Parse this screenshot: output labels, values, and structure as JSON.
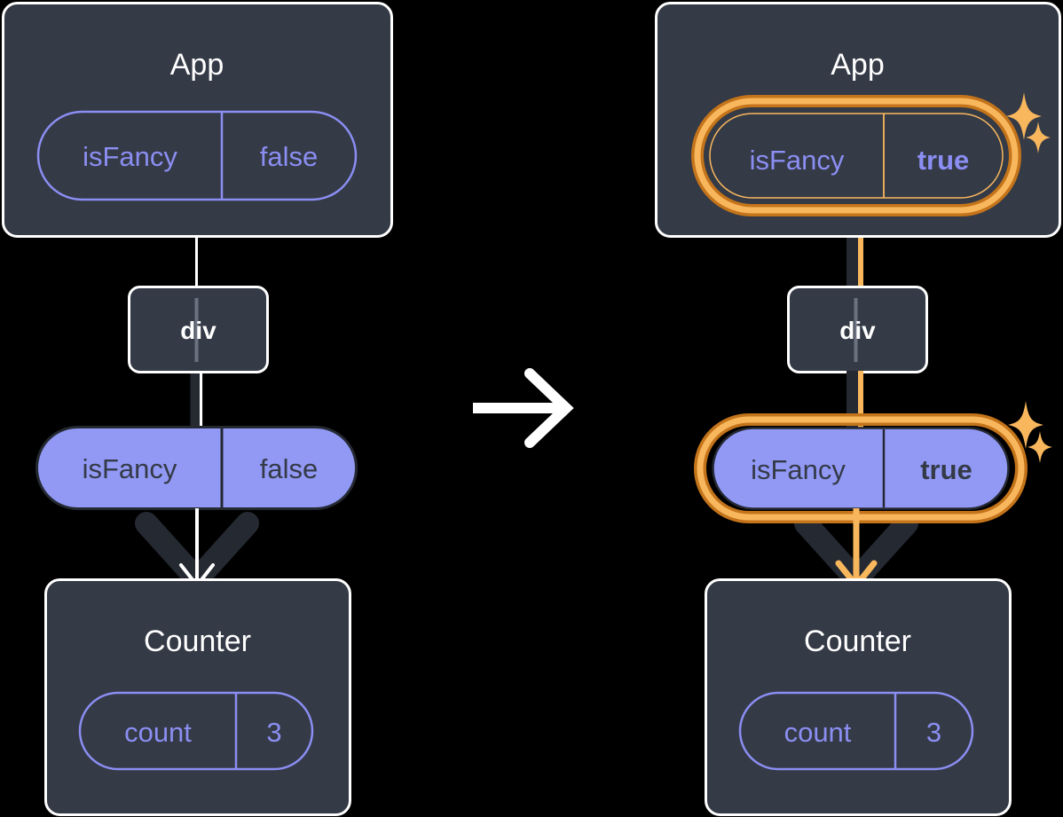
{
  "diagram": {
    "title": "React state propagation: isFancy false to true",
    "type": "component-tree-transition",
    "background_color": "#000000",
    "palette": {
      "box_fill": "#343a46",
      "box_border": "#ffffff",
      "pill_purple_fill": "#9199f5",
      "pill_purple_border": "#252932",
      "pill_outline_stroke": "#8b8ef2",
      "text_light": "#ffffff",
      "text_purple": "#8b8ef2",
      "text_dark": "#343a46",
      "highlight_outer": "#c4741a",
      "highlight_inner": "#f9b75d",
      "arrow_dark": "#252932",
      "arrow_white": "#ffffff",
      "arrow_orange": "#f9b75d",
      "sparkle_color": "#f9b75d"
    },
    "transition_arrow": {
      "icon": "arrow-right-icon",
      "direction": "right",
      "color": "#ffffff"
    },
    "panels": [
      {
        "id": "before",
        "highlighted": false,
        "app": {
          "label": "App",
          "state_pill": {
            "style": "outline",
            "key": "isFancy",
            "value": "false",
            "value_bold": false,
            "highlighted": false
          }
        },
        "div": {
          "label": "div"
        },
        "prop_pill": {
          "style": "solid",
          "key": "isFancy",
          "value": "false",
          "value_bold": false,
          "highlighted": false
        },
        "counter": {
          "label": "Counter",
          "state_pill": {
            "style": "outline",
            "key": "count",
            "value": "3",
            "value_bold": false,
            "highlighted": false
          }
        },
        "sparkles": []
      },
      {
        "id": "after",
        "highlighted": true,
        "app": {
          "label": "App",
          "state_pill": {
            "style": "outline",
            "key": "isFancy",
            "value": "true",
            "value_bold": true,
            "highlighted": true
          }
        },
        "div": {
          "label": "div"
        },
        "prop_pill": {
          "style": "solid",
          "key": "isFancy",
          "value": "true",
          "value_bold": true,
          "highlighted": true
        },
        "counter": {
          "label": "Counter",
          "state_pill": {
            "style": "outline",
            "key": "count",
            "value": "3",
            "value_bold": false,
            "highlighted": false
          }
        },
        "sparkles": [
          {
            "name": "sparkle-large",
            "size": "large"
          },
          {
            "name": "sparkle-small",
            "size": "small"
          },
          {
            "name": "sparkle-large",
            "size": "large"
          },
          {
            "name": "sparkle-small",
            "size": "small"
          }
        ]
      }
    ]
  }
}
